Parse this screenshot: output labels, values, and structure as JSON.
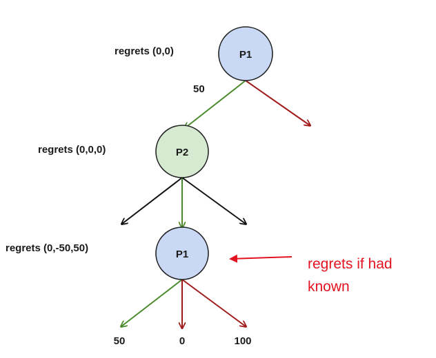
{
  "nodes": {
    "root": {
      "label": "P1",
      "regrets": "regrets (0,0)",
      "fill": "#c9d9f5"
    },
    "mid": {
      "label": "P2",
      "regrets": "regrets (0,0,0)",
      "fill": "#d6ead2"
    },
    "leaf": {
      "label": "P1",
      "regrets": "regrets (0,-50,50)",
      "fill": "#c9d9f5"
    }
  },
  "edge_labels": {
    "root_left": "50"
  },
  "payoffs": [
    "50",
    "0",
    "100"
  ],
  "annotation": {
    "line1": "regrets if had",
    "line2": "known",
    "color": "#e3121f"
  },
  "colors": {
    "green": "#4a8a2c",
    "red": "#a11a1a",
    "black": "#111111",
    "node_stroke": "#222222"
  }
}
